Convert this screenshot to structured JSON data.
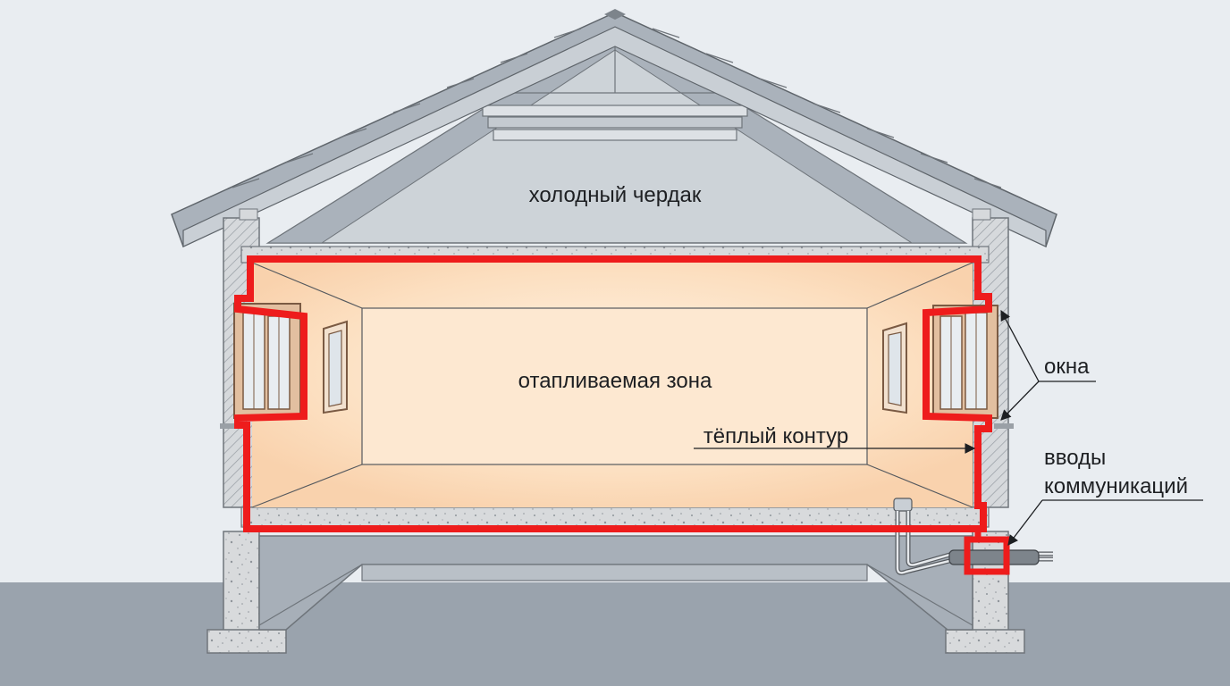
{
  "labels": {
    "attic": "холодный чердак",
    "heated_zone": "отапливаемая зона",
    "warm_contour": "тёплый контур",
    "windows": "окна",
    "utility_inputs_line1": "вводы",
    "utility_inputs_line2": "коммуникаций"
  },
  "colors": {
    "background": "#e9edf1",
    "ground": "#9aa3ad",
    "warm_contour": "#ee1c1c",
    "heated_zone": "#fbe1c4",
    "concrete": "#d3d6d9",
    "roof": "#a9b1ba",
    "attic": "#cdd3d8"
  }
}
